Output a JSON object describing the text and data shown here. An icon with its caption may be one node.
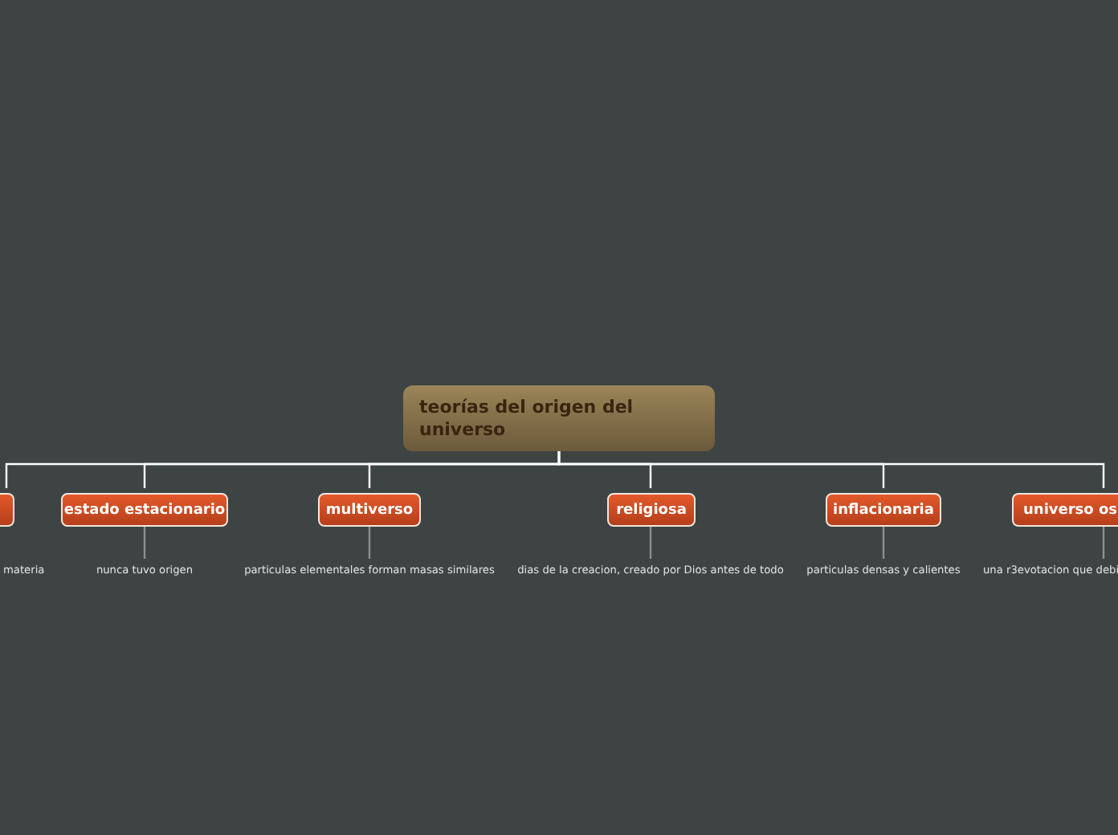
{
  "diagram": {
    "nodes": [
      {
        "text": [
          "teorías del origen del universo"
        ]
      },
      {
        "text": [],
        "shape": "box"
      },
      {
        "text": [
          "estado estacionario"
        ]
      },
      {
        "text": [
          "multiverso"
        ]
      },
      {
        "text": [
          "religiosa"
        ]
      },
      {
        "text": [
          "inflacionaria"
        ]
      },
      {
        "text": [
          "universo os"
        ]
      },
      {
        "text": [
          "nunca tuvo origen"
        ]
      },
      {
        "text": [
          "particulas elementales forman masas similares"
        ]
      },
      {
        "text": [
          "dias de la creacion, creado por Dios antes de todo"
        ]
      },
      {
        "text": [
          "particulas densas y calientes"
        ]
      },
      {
        "text": [
          "una r3evotacion que debi"
        ]
      }
    ],
    "edges": [
      {
        "from": 0,
        "to": 1,
        "arrow": "none"
      },
      {
        "from": 0,
        "to": 2,
        "arrow": "none"
      },
      {
        "from": 0,
        "to": 3,
        "arrow": "none"
      },
      {
        "from": 0,
        "to": 4,
        "arrow": "none"
      },
      {
        "from": 0,
        "to": 5,
        "arrow": "none"
      },
      {
        "from": 0,
        "to": 6,
        "arrow": "none"
      },
      {
        "from": 2,
        "to": 7,
        "arrow": "none",
        "color": "#8a8f8f"
      },
      {
        "from": 3,
        "to": 8,
        "arrow": "none",
        "color": "#8a8f8f"
      },
      {
        "from": 4,
        "to": 9,
        "arrow": "none",
        "color": "#8a8f8f"
      },
      {
        "from": 5,
        "to": 10,
        "arrow": "none",
        "color": "#8a8f8f"
      },
      {
        "from": 6,
        "to": 11,
        "arrow": "none",
        "color": "#8a8f8f"
      }
    ],
    "labels": [
      "materia"
    ]
  }
}
